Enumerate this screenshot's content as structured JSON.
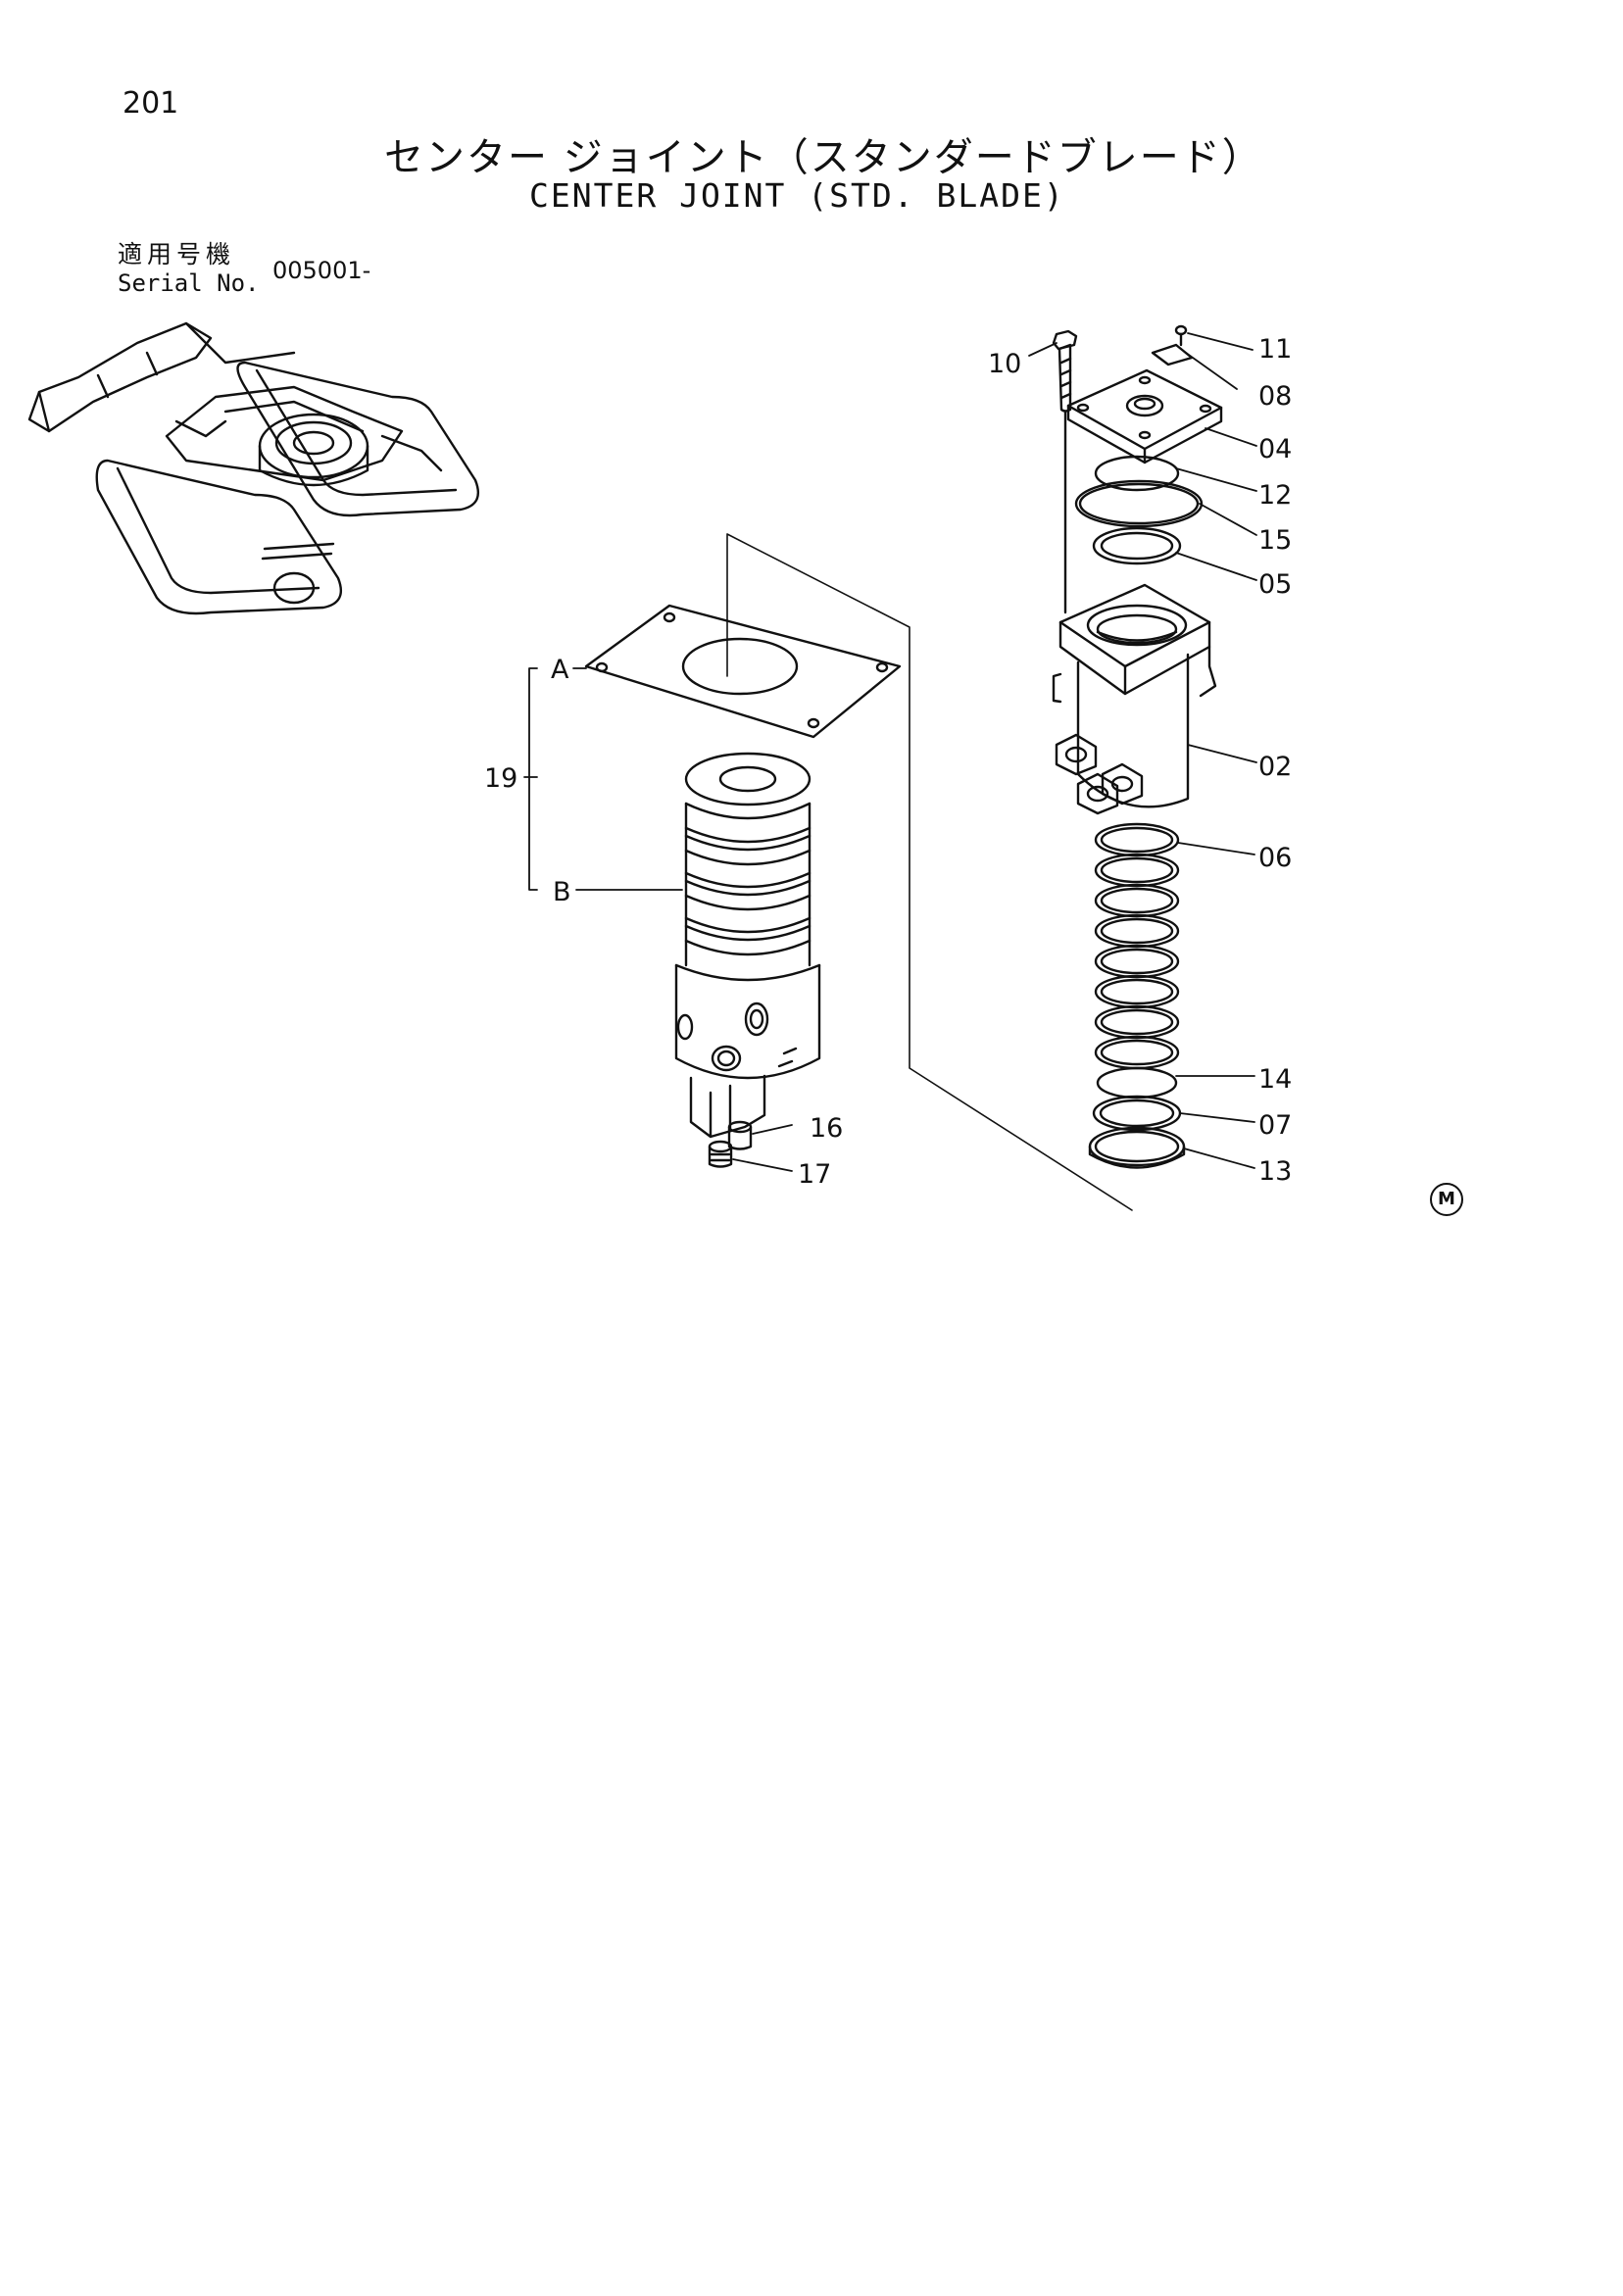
{
  "page": {
    "number": "201",
    "title_jp": "センター ジョイント（スタンダードブレード）",
    "title_en": "CENTER JOINT (STD. BLADE)"
  },
  "serial": {
    "label_jp": "適用号機",
    "label_en": "Serial No.",
    "value": "005001-"
  },
  "callouts": {
    "p02": "02",
    "p04": "04",
    "p05": "05",
    "p06": "06",
    "p07": "07",
    "p08": "08",
    "p10": "10",
    "p11": "11",
    "p12": "12",
    "p13": "13",
    "p14": "14",
    "p15": "15",
    "p16": "16",
    "p17": "17",
    "p19": "19",
    "pA": "A",
    "pB": "B"
  },
  "mark": "M"
}
